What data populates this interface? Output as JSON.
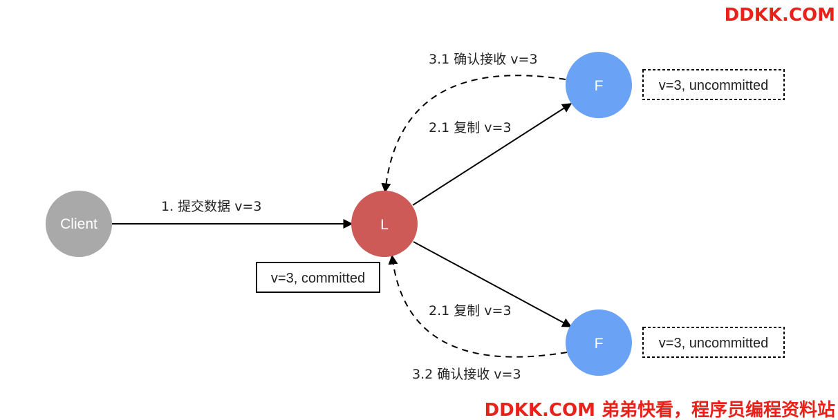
{
  "watermark_top": "DDKK.COM",
  "watermark_bottom": "DDKK.COM 弟弟快看，程序员编程资料站",
  "nodes": {
    "client": {
      "label": "Client",
      "color": "#a9a9a9"
    },
    "leader": {
      "label": "L",
      "color": "#cd5a56"
    },
    "follower_top": {
      "label": "F",
      "color": "#6aa3f5"
    },
    "follower_bottom": {
      "label": "F",
      "color": "#6aa3f5"
    }
  },
  "edges": {
    "submit": "1. 提交数据 v=3",
    "replicate_top": "2.1 复制 v=3",
    "replicate_bottom": "2.1 复制 v=3",
    "ack_top": "3.1 确认接收 v=3",
    "ack_bottom": "3.2 确认接收 v=3"
  },
  "status_boxes": {
    "leader": "v=3, committed",
    "follower_top": "v=3, uncommitted",
    "follower_bottom": "v=3, uncommitted"
  },
  "watermark_color": "#e8211a"
}
